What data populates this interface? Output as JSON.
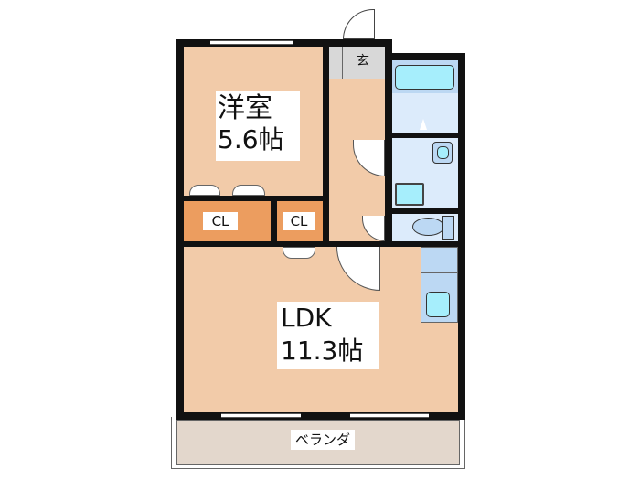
{
  "floorplan": {
    "rooms": {
      "western_room": {
        "name": "洋室",
        "size": "5.6帖"
      },
      "ldk": {
        "name": "LDK",
        "size": "11.3帖"
      },
      "closet_large": {
        "label": "CL"
      },
      "closet_small": {
        "label": "CL"
      },
      "entrance": {
        "label": "玄"
      },
      "balcony": {
        "label": "ベランダ"
      }
    },
    "colors": {
      "floor": "#f2cba9",
      "closet": "#ec9d5f",
      "entrance": "#d8d8d8",
      "wet_area": "#dcebfb",
      "fixture": "#a6eefc",
      "balcony": "#e3d7cc",
      "wall": "#111111"
    }
  }
}
